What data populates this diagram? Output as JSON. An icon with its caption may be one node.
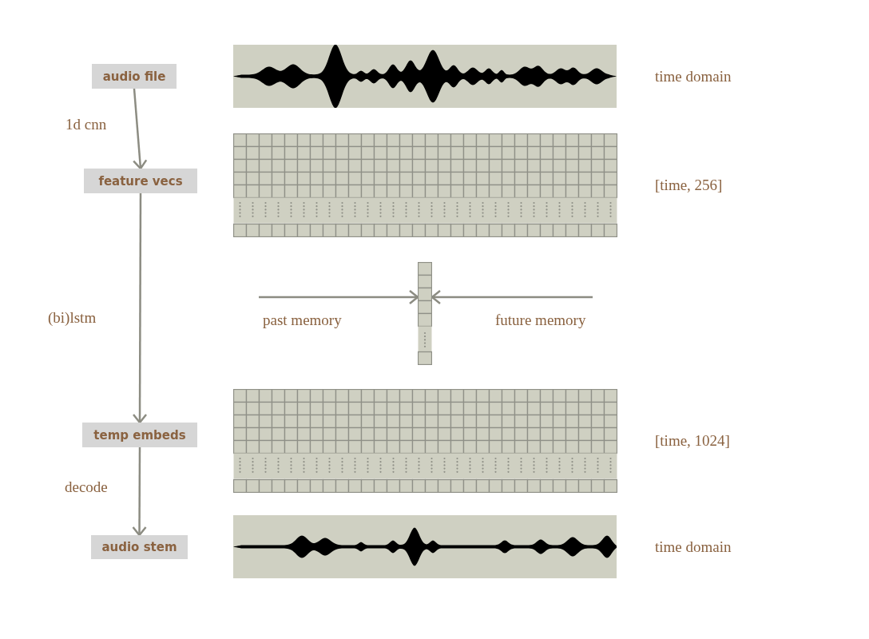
{
  "diagram": {
    "nodes": [
      {
        "text": [
          "audio file"
        ]
      },
      {
        "text": [
          "feature vecs"
        ]
      },
      {
        "text": [
          "temp embeds"
        ]
      },
      {
        "text": [
          "audio stem"
        ]
      },
      {
        "text": [],
        "shape": "picture",
        "beside": [
          "time domain"
        ]
      },
      {
        "text": [],
        "shape": "picture",
        "beside": [
          "[time, 256]"
        ]
      },
      {
        "text": [],
        "shape": "picture"
      },
      {
        "text": [],
        "shape": "picture",
        "beside": [
          "[time, 1024]"
        ]
      },
      {
        "text": [],
        "shape": "picture",
        "beside": [
          "time domain"
        ]
      }
    ],
    "edges": [
      {
        "from": 0,
        "to": 1,
        "arrow": "to",
        "label": "1d cnn"
      },
      {
        "from": 1,
        "to": 2,
        "arrow": "to",
        "label": "(bi)lstm"
      },
      {
        "from": 2,
        "to": 3,
        "arrow": "to",
        "label": "decode"
      },
      {
        "from": null,
        "to": 6,
        "arrow": "to",
        "label": "past memory"
      },
      {
        "from": null,
        "to": 6,
        "arrow": "to",
        "label": "future memory"
      }
    ]
  }
}
